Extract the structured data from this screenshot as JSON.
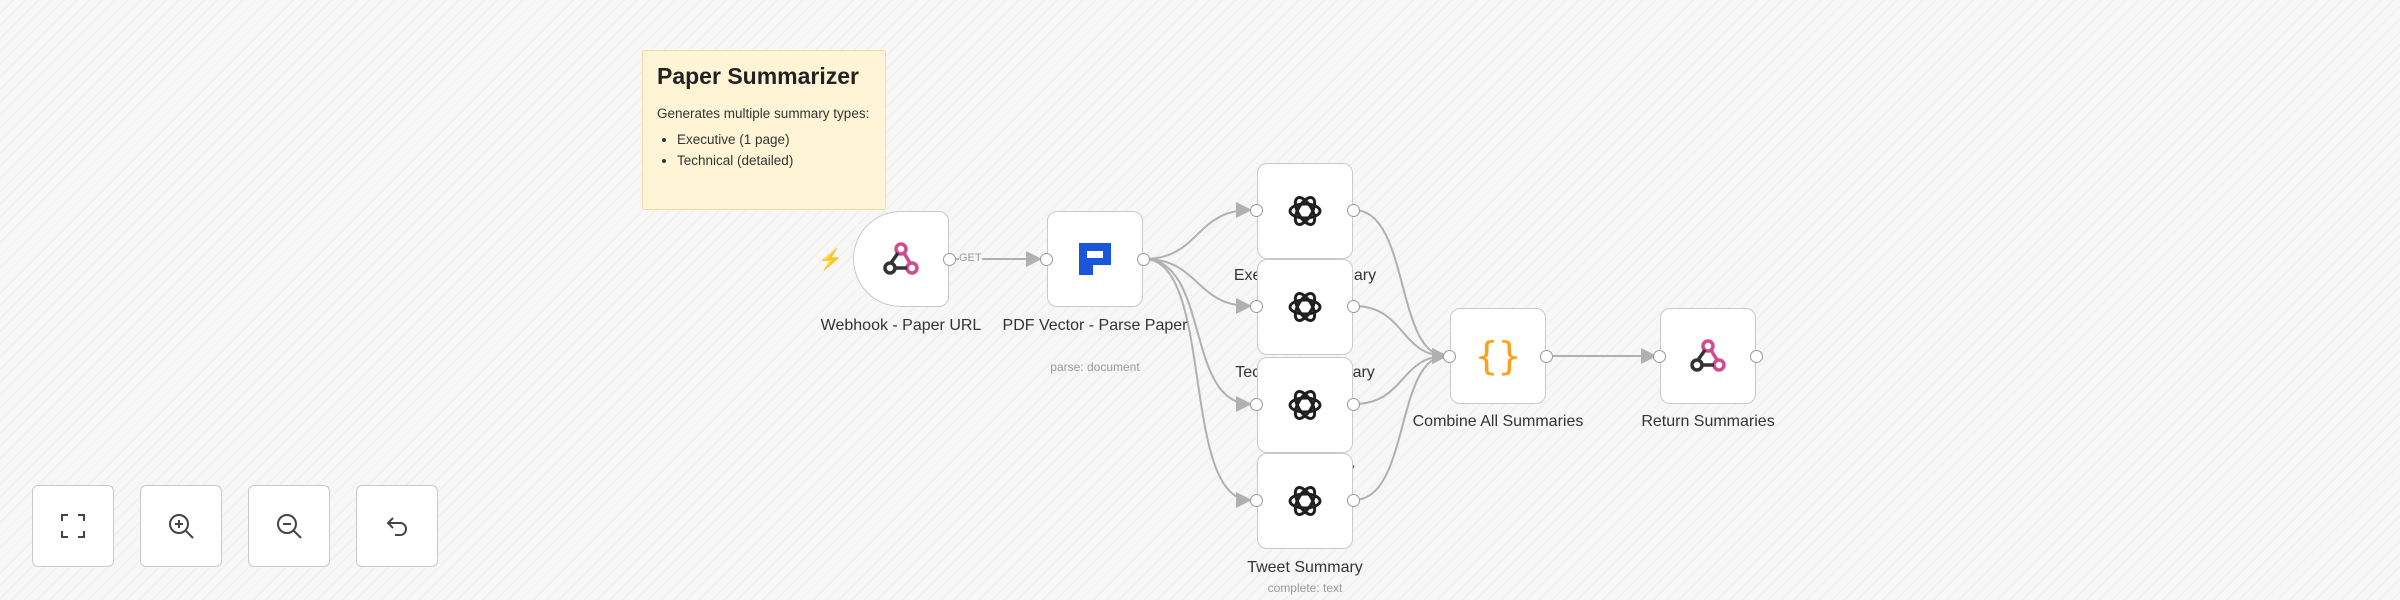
{
  "sticky": {
    "title": "Paper Summarizer",
    "description": "Generates multiple summary types:",
    "bullets": [
      "Executive (1 page)",
      "Technical (detailed)"
    ]
  },
  "nodes": {
    "webhook": {
      "label": "Webhook - Paper URL",
      "icon": "webhook-icon"
    },
    "pdf": {
      "label": "PDF Vector - Parse Paper",
      "subtitle": "parse: document",
      "icon": "pdf-vector-icon"
    },
    "executive": {
      "label": "Executive Summary",
      "icon": "openai-icon"
    },
    "technical": {
      "label": "Technical Summary",
      "icon": "openai-icon"
    },
    "lay": {
      "label": "Lay Summary",
      "icon": "openai-icon"
    },
    "tweet": {
      "label": "Tweet Summary",
      "subtitle": "complete: text",
      "icon": "openai-icon"
    },
    "combine": {
      "label": "Combine All Summaries",
      "icon": "code-braces-icon"
    },
    "respond": {
      "label": "Return Summaries",
      "icon": "webhook-icon"
    }
  },
  "edges": {
    "webhook_method": "GET"
  },
  "controls": [
    {
      "name": "fit-view-button",
      "icon": "fit-view-icon"
    },
    {
      "name": "zoom-in-button",
      "icon": "zoom-in-icon"
    },
    {
      "name": "zoom-out-button",
      "icon": "zoom-out-icon"
    },
    {
      "name": "reset-zoom-button",
      "icon": "undo-icon"
    }
  ],
  "colors": {
    "accent": "#ff6d5a",
    "pdf_blue": "#1a56db",
    "code_orange": "#ff9f1c",
    "webhook_pink": "#d14b8f"
  }
}
